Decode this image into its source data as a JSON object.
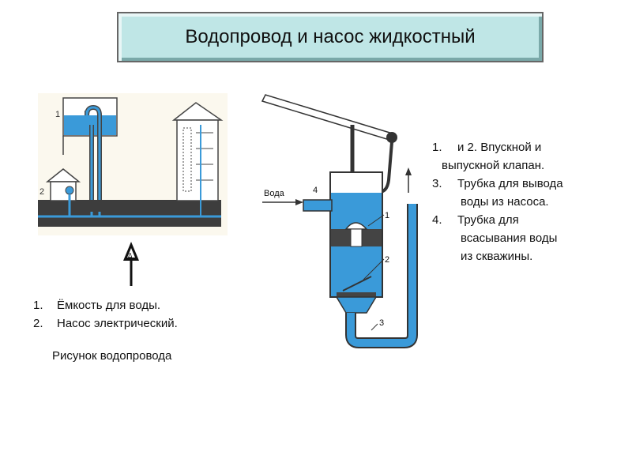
{
  "title": "Водопровод и насос жидкостный",
  "left_figure": {
    "labels": [
      "1",
      "2"
    ],
    "arrow_label": "Δ"
  },
  "right_figure": {
    "water_label": "Вода",
    "labels": [
      "4",
      "1",
      "2",
      "3"
    ]
  },
  "left_list": [
    {
      "num": "1.",
      "text": "Ёмкость для воды."
    },
    {
      "num": "2.",
      "text": "Насос электрический."
    }
  ],
  "caption": "Рисунок водопровода",
  "right_list": [
    {
      "num": "1.",
      "lines": [
        "и 2. Впускной и",
        "выпускной клапан."
      ]
    },
    {
      "num": "3.",
      "lines": [
        "Трубка для вывода",
        "воды из насоса."
      ]
    },
    {
      "num": "4.",
      "lines": [
        "Трубка для",
        "всасывания воды",
        "из скважины."
      ]
    }
  ],
  "colors": {
    "water": "#3a9ad9",
    "ground": "#3d3d3d",
    "title_bg": "#bfe6e6"
  }
}
